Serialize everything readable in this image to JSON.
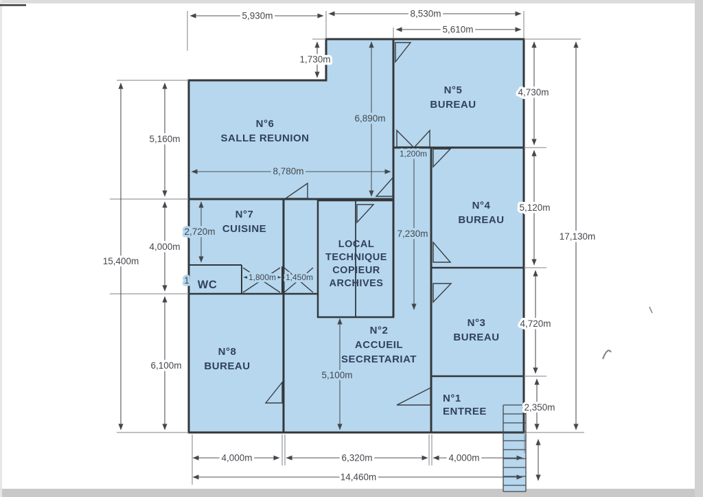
{
  "rooms": {
    "n6": {
      "line1": "N°6",
      "line2": "SALLE REUNION"
    },
    "n5": {
      "line1": "N°5",
      "line2": "BUREAU"
    },
    "n7": {
      "line1": "N°7",
      "line2": "CUISINE"
    },
    "n4": {
      "line1": "N°4",
      "line2": "BUREAU"
    },
    "n3": {
      "line1": "N°3",
      "line2": "BUREAU"
    },
    "n8": {
      "line1": "N°8",
      "line2": "BUREAU"
    },
    "n2": {
      "line1": "N°2",
      "line2": "ACCUEIL",
      "line3": "SECRETARIAT"
    },
    "n1": {
      "line1": "N°1",
      "line2": "ENTREE"
    },
    "wc": {
      "line1": "WC"
    },
    "local": {
      "line1": "LOCAL",
      "line2": "TECHNIQUE",
      "line3": "COPIEUR",
      "line4": "ARCHIVES"
    }
  },
  "dims": {
    "top_left_width": "5,930m",
    "top_right_width": "8,530m",
    "n5_width": "5,610m",
    "step_height": "1,730m",
    "n6_left_height": "5,160m",
    "left_total_height": "15,400m",
    "middle_left_height": "4,000m",
    "n8_height": "6,100m",
    "n6_inner_height": "6,890m",
    "n6_width": "8,780m",
    "n5_door_width": "1,200m",
    "corridor_height": "7,230m",
    "cuisine_height": "2,720m",
    "wc_door_width": "1,800m",
    "hall_width": "1,450m",
    "n2_height": "5,100m",
    "n5_height": "4,730m",
    "n4_height": "5,120m",
    "right_total_height": "17,130m",
    "n3_height": "4,720m",
    "entree_height": "2,350m",
    "bottom_left_width": "4,000m",
    "bottom_middle_width": "6,320m",
    "bottom_right_width": "4,000m",
    "bottom_total_width": "14,460m",
    "partial_label": "1"
  },
  "colors": {
    "floor_fill": "#b6d7ee",
    "wall": "#33373a",
    "dimension_line": "#4f5257",
    "room_text": "#32405c"
  }
}
